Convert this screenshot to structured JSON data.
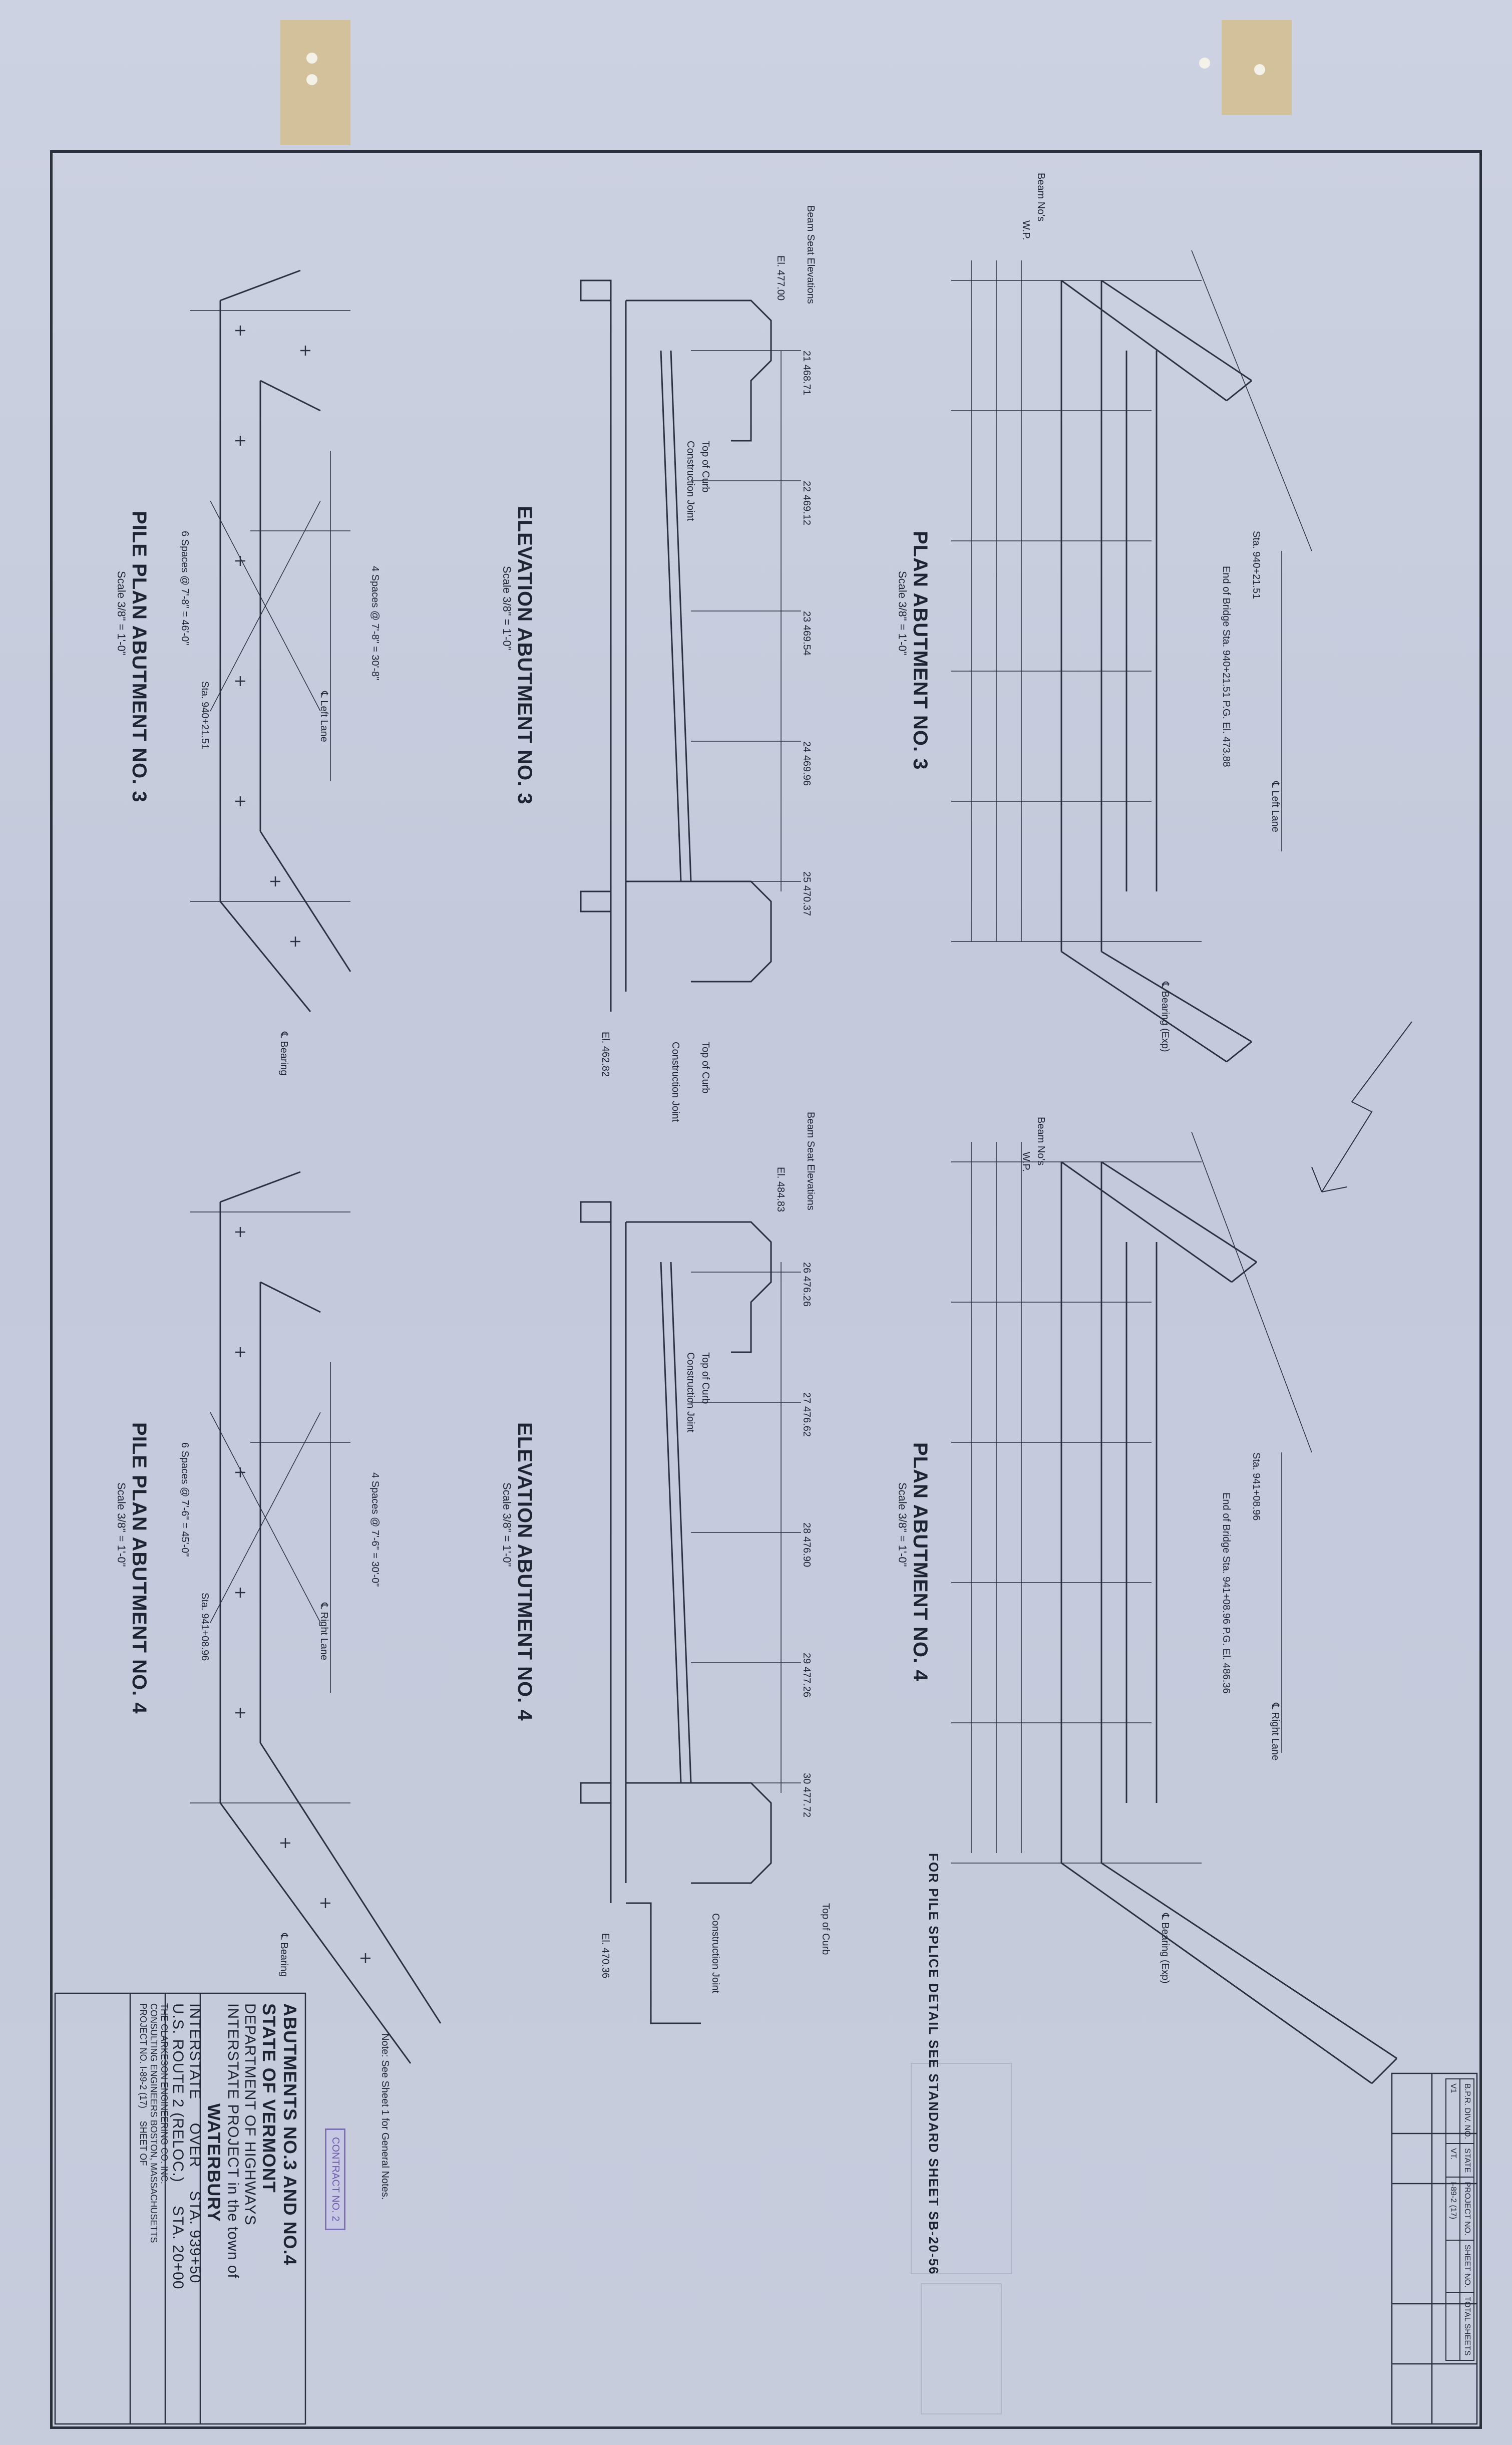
{
  "drawings": {
    "plan3": {
      "title": "PLAN ABUTMENT NO. 3",
      "scale": "Scale 3/8\" = 1'-0\""
    },
    "elev3": {
      "title": "ELEVATION ABUTMENT NO. 3",
      "scale": "Scale 3/8\" = 1'-0\""
    },
    "pile3": {
      "title": "PILE PLAN ABUTMENT NO. 3",
      "scale": "Scale 3/8\" = 1'-0\""
    },
    "plan4": {
      "title": "PLAN ABUTMENT NO. 4",
      "scale": "Scale 3/8\" = 1'-0\""
    },
    "elev4": {
      "title": "ELEVATION ABUTMENT NO. 4",
      "scale": "Scale 3/8\" = 1'-0\""
    },
    "pile4": {
      "title": "PILE PLAN ABUTMENT NO. 4",
      "scale": "Scale 3/8\" = 1'-0\""
    }
  },
  "notes": {
    "splice": "FOR PILE SPLICE DETAIL SEE STANDARD SHEET SB-20-56",
    "general": "Note: See Sheet 1 for General Notes."
  },
  "labels": {
    "beam_nos": "Beam No's",
    "beam_seat": "Beam Seat Elevations",
    "wp": "W.P.",
    "left_lane": "℄ Left Lane",
    "right_lane": "℄ Right Lane",
    "bearing_exp": "℄ Bearing (Exp)",
    "bearing": "℄ Bearing",
    "end_of_bridge_3": "End of Bridge Sta. 940+21.51 P.G. El. 473.88",
    "end_of_bridge_4": "End of Bridge Sta. 941+08.96 P.G. El. 486.36",
    "sta3": "Sta. 940+21.51",
    "sta4": "Sta. 941+08.96",
    "top_of_curb": "Top of Curb",
    "construction_joint": "Construction Joint",
    "pile_spacing_3": "4 Spaces @ 7'-8\" = 30'-8\"",
    "pile_spacing_3b": "6 Spaces @ 7'-8\" = 46'-0\"",
    "pile_spacing_4": "4 Spaces @ 7'-6\" = 30'-0\"",
    "pile_spacing_4b": "6 Spaces @ 7'-6\" = 45'-0\"",
    "el_3_top": "El. 477.00",
    "el_3_bot": "El. 462.82",
    "el_4_top": "El. 484.83",
    "el_4_bot": "El. 470.36"
  },
  "beam_seats_3": [
    {
      "no": "21",
      "el": "468.71"
    },
    {
      "no": "22",
      "el": "469.12"
    },
    {
      "no": "23",
      "el": "469.54"
    },
    {
      "no": "24",
      "el": "469.96"
    },
    {
      "no": "25",
      "el": "470.37"
    }
  ],
  "beam_seats_4": [
    {
      "no": "26",
      "el": "476.26"
    },
    {
      "no": "27",
      "el": "476.62"
    },
    {
      "no": "28",
      "el": "476.90"
    },
    {
      "no": "29",
      "el": "477.26"
    },
    {
      "no": "30",
      "el": "477.72"
    }
  ],
  "title_block": {
    "sheet_title": "ABUTMENTS NO.3 AND NO.4",
    "state": "STATE OF VERMONT",
    "dept": "DEPARTMENT OF HIGHWAYS",
    "project": "INTERSTATE PROJECT in the town of",
    "town": "WATERBURY",
    "route1": "INTERSTATE",
    "over": "OVER",
    "sta1": "STA. 939+50",
    "route2": "U.S. ROUTE 2 (RELOC.)",
    "sta2": "STA. 20+00",
    "firm": "THE CLARKESON ENGINEERING CO. INC.",
    "firm_sub": "CONSULTING ENGINEERS   BOSTON, MASSACHUSETTS",
    "project_no": "PROJECT NO. I-89-2 (17)",
    "sheet": "SHEET   OF"
  },
  "corner_block": {
    "headers": [
      "B.P.R. DIV. NO.",
      "STATE",
      "PROJECT NO.",
      "SHEET NO.",
      "TOTAL SHEETS"
    ],
    "values": [
      "V1",
      "VT.",
      "I-89-2 (17)",
      "",
      ""
    ]
  },
  "stamp": "CONTRACT NO. 2"
}
